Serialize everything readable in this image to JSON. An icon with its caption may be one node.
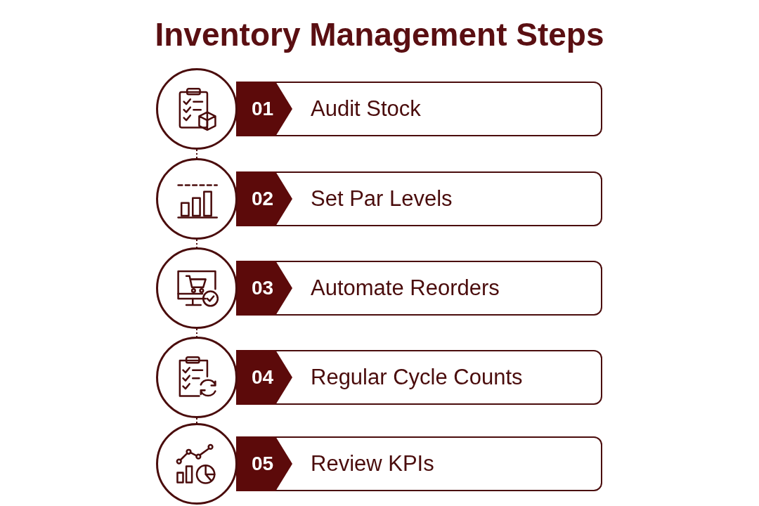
{
  "diagram": {
    "title": "Inventory Management Steps",
    "nodes": [
      {
        "text": [],
        "shape": "circle"
      },
      {
        "text": [
          "01",
          "Audit Stock"
        ]
      },
      {
        "text": [],
        "shape": "circle"
      },
      {
        "text": [
          "02",
          "Set Par Levels"
        ]
      },
      {
        "text": [],
        "shape": "circle"
      },
      {
        "text": [
          "03",
          "Automate Reorders"
        ]
      },
      {
        "text": [],
        "shape": "circle"
      },
      {
        "text": [
          "04",
          "Regular Cycle Counts"
        ]
      },
      {
        "text": [],
        "shape": "circle"
      },
      {
        "text": [
          "05",
          "Review KPIs"
        ]
      }
    ],
    "edges": [
      {
        "from": 0,
        "to": 2,
        "arrow": "none",
        "style": "dashed"
      },
      {
        "from": 2,
        "to": 4,
        "arrow": "none",
        "style": "dashed"
      },
      {
        "from": 4,
        "to": 6,
        "arrow": "none",
        "style": "dashed"
      },
      {
        "from": 6,
        "to": 8,
        "arrow": "none",
        "style": "dashed"
      }
    ]
  }
}
